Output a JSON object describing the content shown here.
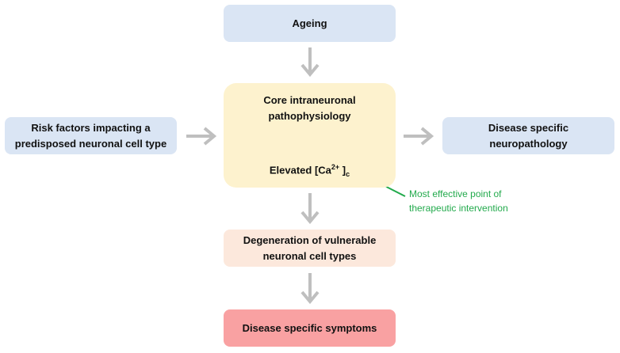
{
  "nodes": {
    "ageing": "Ageing",
    "risk_factors": [
      "Risk factors impacting a",
      "predisposed neuronal cell type"
    ],
    "core": [
      "Core intraneuronal",
      "pathophysiology"
    ],
    "elevated": {
      "prefix": "Elevated [Ca",
      "superscript": "2+",
      "bracket": " ]",
      "subscript": "c"
    },
    "disease_neuropathology": [
      "Disease specific",
      "neuropathology"
    ],
    "degeneration": [
      "Degeneration of vulnerable",
      "neuronal cell types"
    ],
    "symptoms": "Disease specific symptoms"
  },
  "annotation": {
    "lines": [
      "Most effective point of",
      "therapeutic intervention"
    ],
    "color": "#22aa4c"
  },
  "colors": {
    "blue_box": "#dae5f4",
    "core_box": "#fdf2ce",
    "degeneration_box": "#fce8dc",
    "symptoms_box": "#f9a1a2",
    "arrow": "#bfbfbf"
  }
}
